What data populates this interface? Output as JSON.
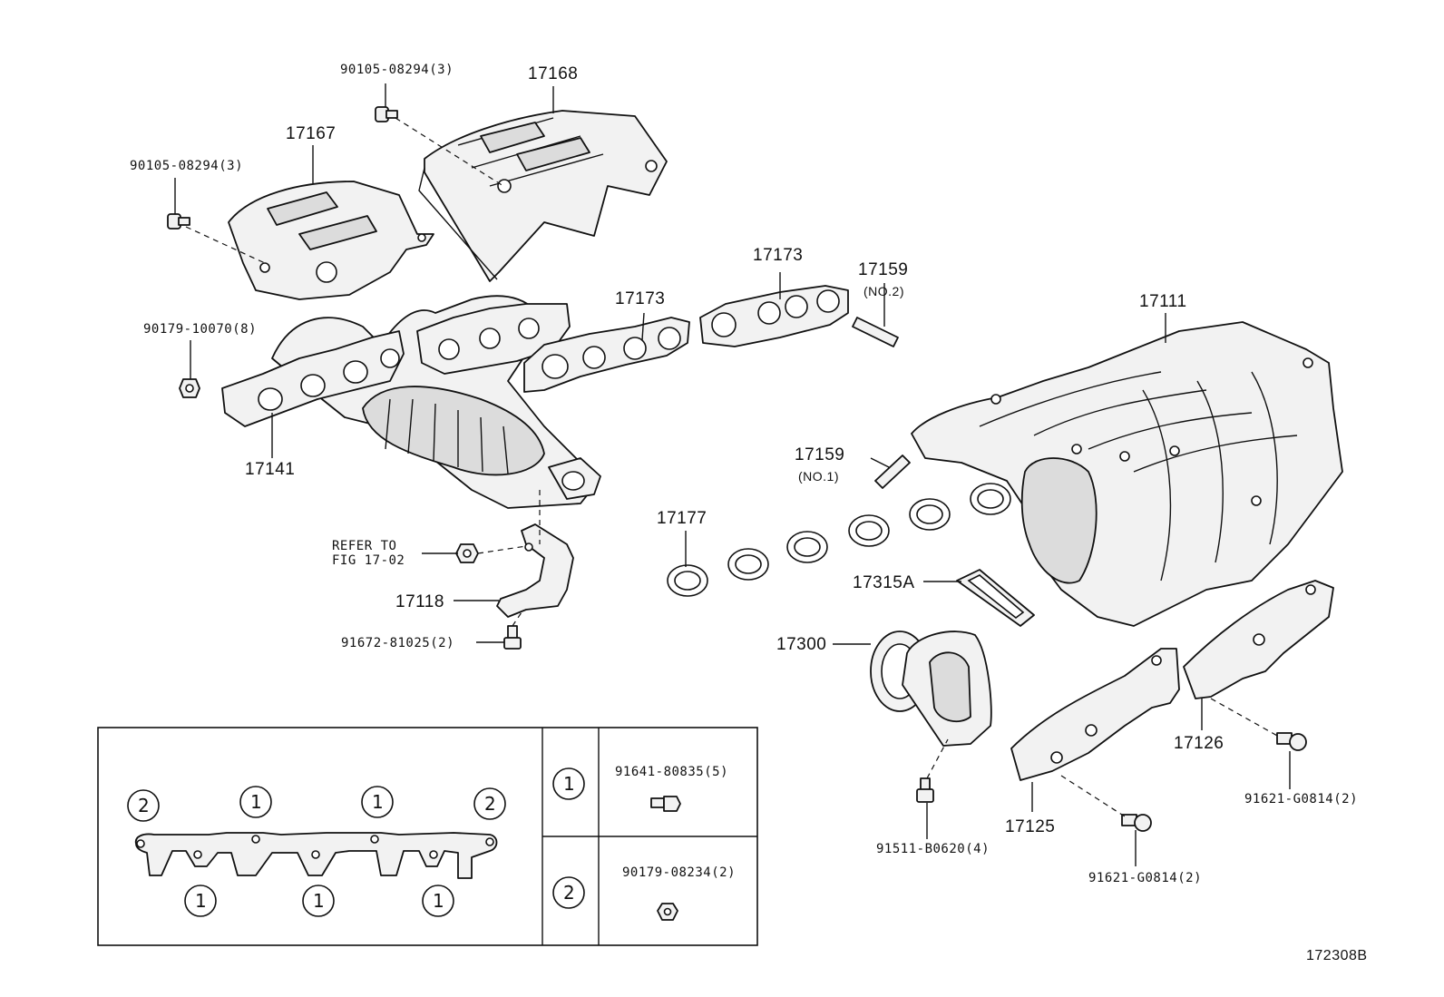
{
  "labels": {
    "p17168": "17168",
    "p17167": "17167",
    "b_cover_right": "90105-08294(3)",
    "b_cover_left": "90105-08294(3)",
    "nut_manifold": "90179-10070(8)",
    "p17141": "17141",
    "p17173_a": "17173",
    "p17173_b": "17173",
    "p17159_no2": "17159",
    "no2": "(NO.2)",
    "p17111": "17111",
    "p17159_no1": "17159",
    "no1": "(NO.1)",
    "p17177": "17177",
    "refer_line1": "REFER TO",
    "refer_line2": "FIG 17-02",
    "p17118": "17118",
    "b_bracket": "91672-81025(2)",
    "p17315a": "17315A",
    "p17300": "17300",
    "p17126": "17126",
    "b_17126": "91621-G0814(2)",
    "p17125": "17125",
    "b_17300": "91511-B0620(4)",
    "b_17125": "91621-G0814(2)",
    "figure_id": "172308B"
  },
  "legend": {
    "row1_key": "1",
    "row1_part": "91641-80835(5)",
    "row2_key": "2",
    "row2_part": "90179-08234(2)",
    "gasket_top": [
      "2",
      "1",
      "1",
      "2"
    ],
    "gasket_bottom": [
      "1",
      "1",
      "1"
    ]
  }
}
